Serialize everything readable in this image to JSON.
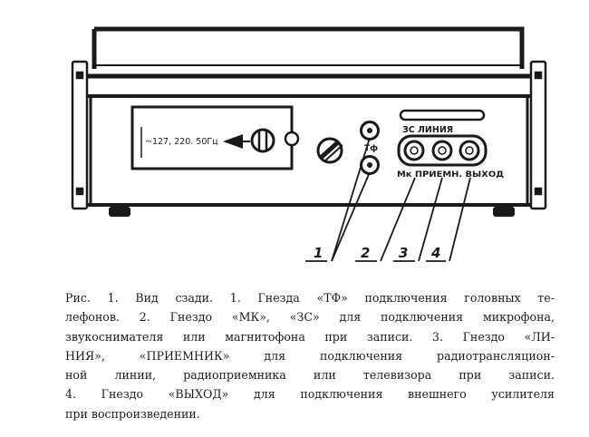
{
  "figure": {
    "plate_text": "~127, 220. 50Гц",
    "jack_label_top": "ЗС  ЛИНИЯ",
    "jack_label_bottom": "Мк ПРИЕМН. ВЫХОД",
    "jack_label_tf": "Тф",
    "callouts": [
      "1",
      "2",
      "3",
      "4"
    ]
  },
  "caption": {
    "lines": [
      "Рис. 1. Вид сзади. 1. Гнезда «ТФ» подключения головных те-",
      "лефонов. 2. Гнездо «МК», «ЗС» для подключения микрофона,",
      "звукоснимателя или магнитофона при записи. 3. Гнездо «ЛИ-",
      "НИЯ», «ПРИЕМНИК» для подключения радиотрансляцион-",
      "ной линии, радиоприемника или телевизора при записи.",
      "4. Гнездо «ВЫХОД» для подключения внешнего усилителя",
      "при воспроизведении."
    ]
  }
}
